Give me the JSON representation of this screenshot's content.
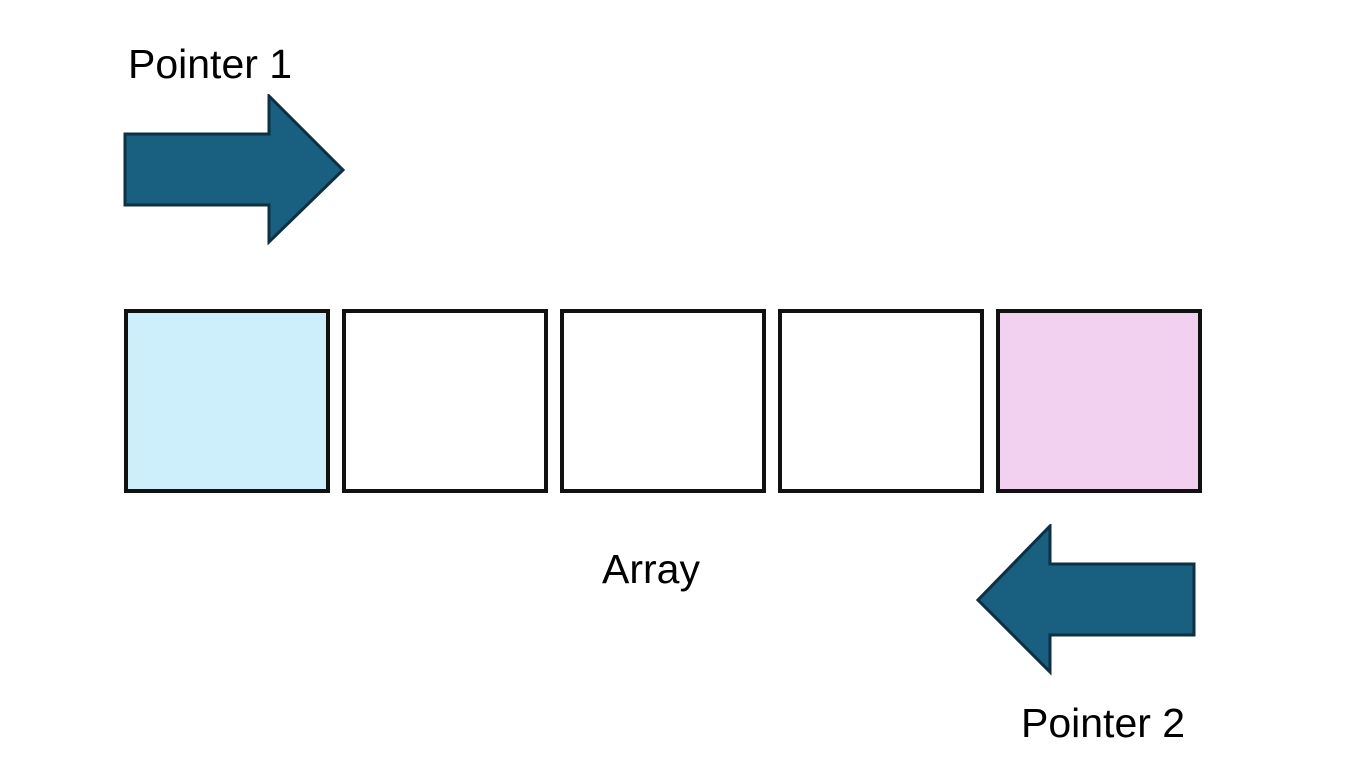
{
  "pointer1": {
    "label": "Pointer 1",
    "direction": "right"
  },
  "pointer2": {
    "label": "Pointer 2",
    "direction": "left"
  },
  "array": {
    "label": "Array",
    "cells": [
      {
        "fill": "#cdeefb"
      },
      {
        "fill": "#ffffff"
      },
      {
        "fill": "#ffffff"
      },
      {
        "fill": "#ffffff"
      },
      {
        "fill": "#f2d0ef"
      }
    ]
  },
  "colors": {
    "arrow_fill": "#185f80",
    "arrow_stroke": "#0f2f42",
    "cell_border": "#111111"
  }
}
